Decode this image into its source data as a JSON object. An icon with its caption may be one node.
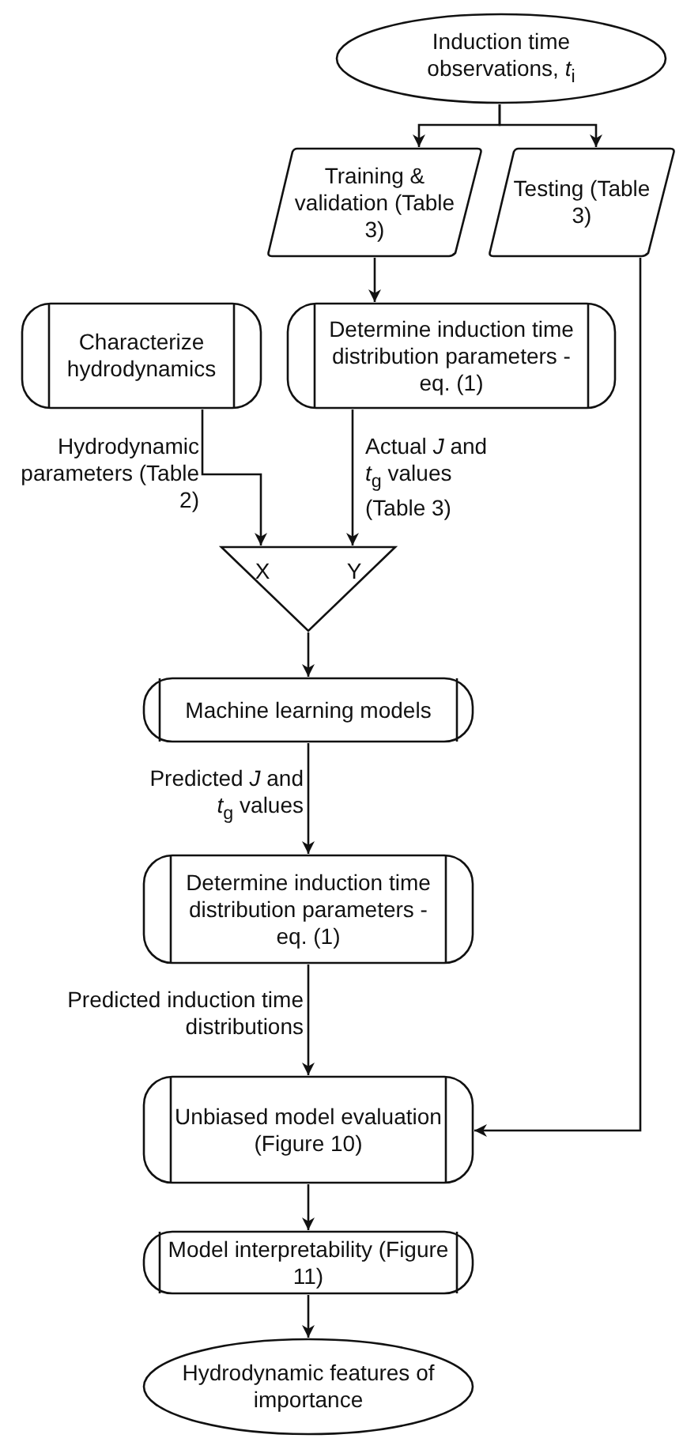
{
  "diagram": {
    "nodes": [
      {
        "text": [
          "Induction time observations, *t*$_{i}$"
        ]
      },
      {
        "text": [
          "Training & validation (Table 3)"
        ]
      },
      {
        "text": [
          "Testing (Table 3)"
        ]
      },
      {
        "text": [
          "Characterize hydrodynamics"
        ]
      },
      {
        "text": [
          "Determine induction time distribution parameters - eq. (1)"
        ]
      },
      {
        "text": [
          "X",
          "Y"
        ]
      },
      {
        "text": [
          "Machine learning models"
        ]
      },
      {
        "text": [
          "Determine induction time distribution parameters - eq. (1)"
        ]
      },
      {
        "text": [
          "Unbiased model evaluation (Figure 10)"
        ]
      },
      {
        "text": [
          "Model interpretability (Figure 11)"
        ]
      },
      {
        "text": [
          "Hydrodynamic features of importance"
        ]
      }
    ],
    "edges": [
      {
        "from": 0,
        "to": 1,
        "arrow": "to"
      },
      {
        "from": 0,
        "to": 2,
        "arrow": "to"
      },
      {
        "from": 1,
        "to": 4,
        "arrow": "to"
      },
      {
        "from": 3,
        "to": 5,
        "arrow": "to",
        "label": "Hydrodynamic parameters (Table 2)"
      },
      {
        "from": 4,
        "to": 5,
        "arrow": "to",
        "label": "Actual *J* and *t*$_{g}$ values (Table 3)"
      },
      {
        "from": 5,
        "to": 6,
        "arrow": "to"
      },
      {
        "from": 6,
        "to": 7,
        "arrow": "to",
        "label": "Predicted *J* and *t*$_{g}$ values"
      },
      {
        "from": 7,
        "to": 8,
        "arrow": "to",
        "label": "Predicted induction time distributions"
      },
      {
        "from": 2,
        "to": 8,
        "arrow": "to"
      },
      {
        "from": 8,
        "to": 9,
        "arrow": "to"
      },
      {
        "from": 9,
        "to": 10,
        "arrow": "to"
      }
    ]
  }
}
